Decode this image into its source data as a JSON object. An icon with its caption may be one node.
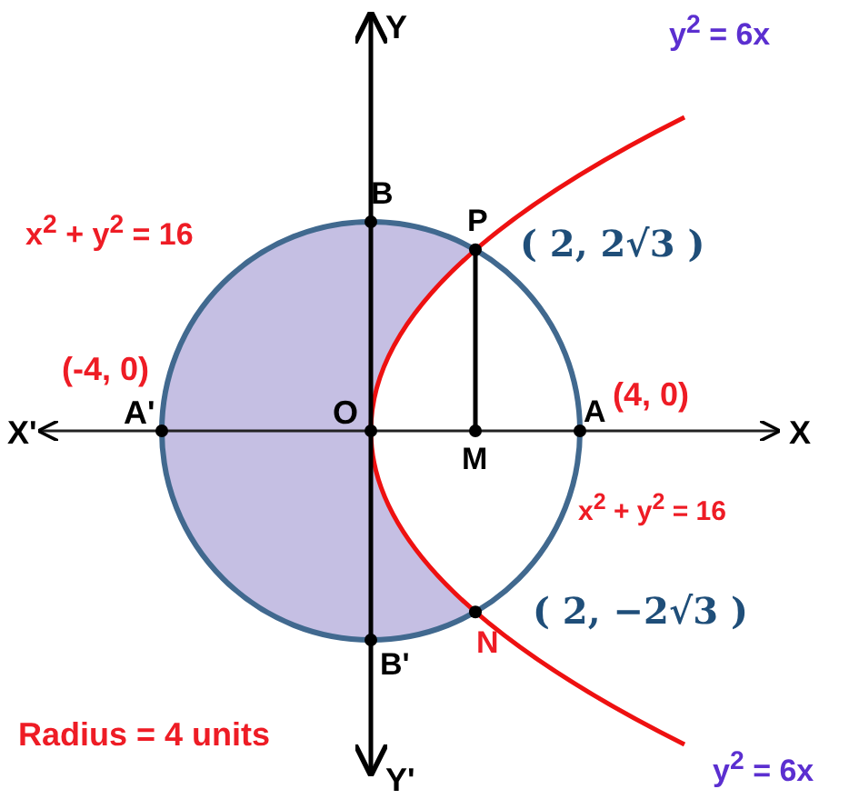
{
  "diagram": {
    "labels": [
      "Y",
      "y$^{2}$ = 6x",
      "B",
      "P",
      "x$^{2}$ + y$^{2}$ = 16",
      "( 2, 2√3 )",
      "(-4, 0)",
      "X'",
      "A'",
      "O",
      "A",
      "(4, 0)",
      "X",
      "M",
      "x$^{2}$ + y$^{2}$ = 16",
      "( 2, −2√3 )",
      "N",
      "B'",
      "Y'",
      "y$^{2}$ = 6x",
      "Radius = 4 units"
    ]
  }
}
